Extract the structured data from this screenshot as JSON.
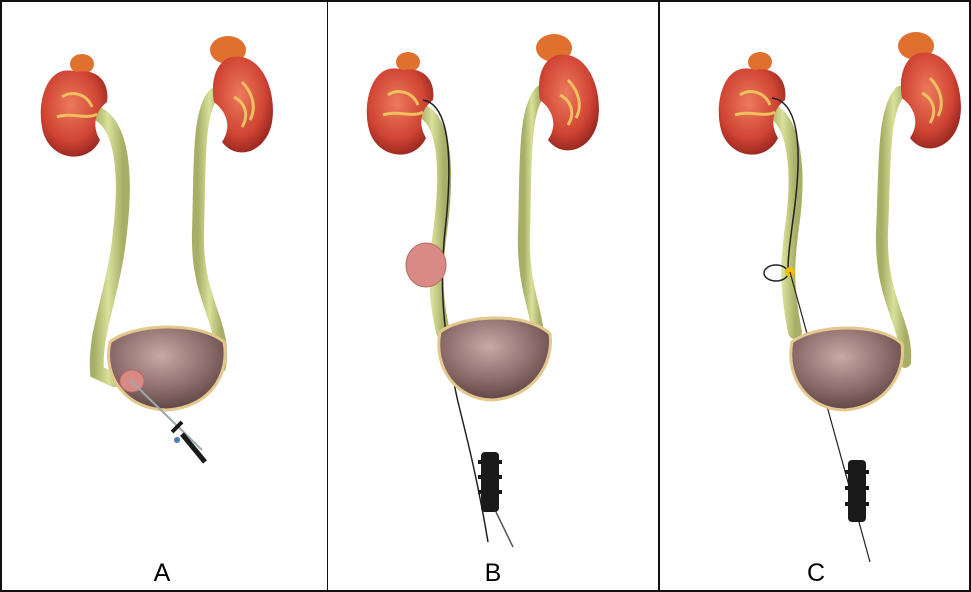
{
  "panels": [
    {
      "label": "A"
    },
    {
      "label": "B"
    },
    {
      "label": "C"
    }
  ],
  "colors": {
    "kidney": "#d24a3a",
    "kidney_dark": "#a22a22",
    "adrenal": "#e0702e",
    "ureter": "#c9d27e",
    "ureter_edge": "#9aa35a",
    "bladder": "#8e6e6c",
    "bladder_rim": "#e4c78c",
    "stone": "#d98a86",
    "instrument": "#1a1a1a",
    "marker": "#f0c000"
  },
  "icons": [
    "kidney-icon",
    "bladder-icon",
    "ureter-icon",
    "syringe-icon",
    "cyst-icon",
    "guidewire-icon",
    "balloon-icon"
  ]
}
